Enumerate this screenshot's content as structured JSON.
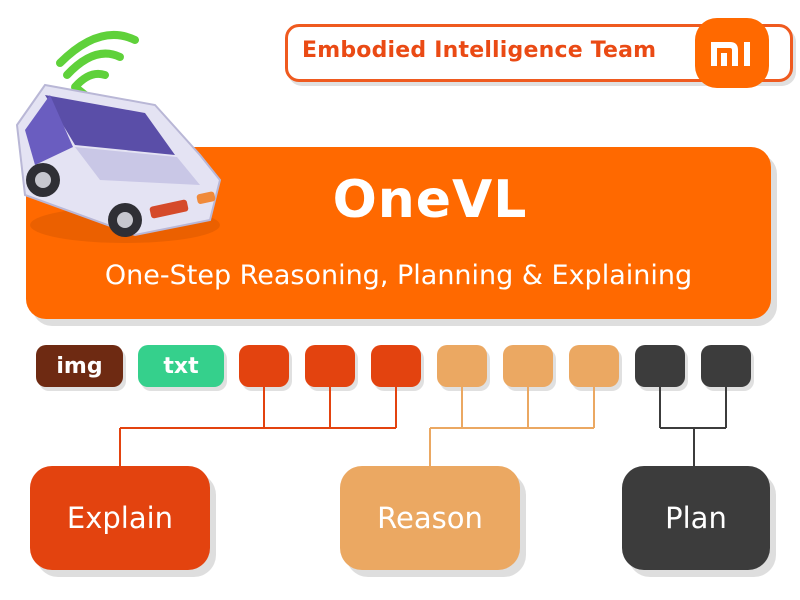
{
  "header": {
    "team_label": "Embodied Intelligence Team",
    "logo_text": "mi"
  },
  "banner": {
    "title": "OneVL",
    "subtitle": "One-Step Reasoning, Planning & Explaining"
  },
  "tokens": {
    "img_label": "img",
    "txt_label": "txt"
  },
  "outputs": {
    "explain_label": "Explain",
    "reason_label": "Reason",
    "plan_label": "Plan"
  },
  "colors": {
    "brand_orange": "#ff6900",
    "explain": "#e3430f",
    "reason": "#eba862",
    "plan": "#3c3c3c",
    "img_token": "#6e2a12",
    "txt_token": "#35d08c"
  }
}
